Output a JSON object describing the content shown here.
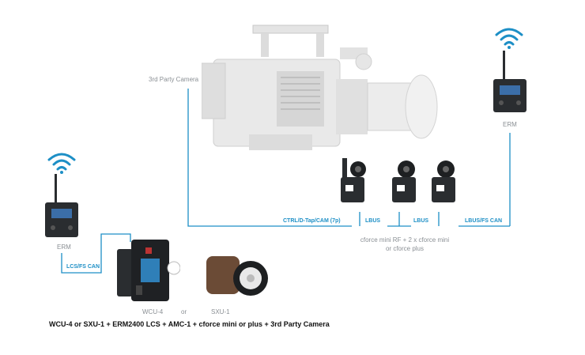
{
  "labels": {
    "camera": "3rd Party Camera",
    "erm_right": "ERM",
    "erm_left": "ERM",
    "motors": "cforce mini RF + 2 x cforce mini\nor cforce plus",
    "wcu": "WCU-4",
    "or": "or",
    "sxu": "SXU-1"
  },
  "cables": {
    "ctrl": "CTRL/D-Tap/CAM (7p)",
    "lbus1": "LBUS",
    "lbus2": "LBUS",
    "lbus_fs": "LBUS/FS CAN",
    "lcs": "LCS/FS CAN"
  },
  "caption": "WCU-4 or SXU-1 + ERM2400 LCS + AMC-1 + cforce mini or plus + 3rd Party Camera",
  "colors": {
    "wire": "#1d8fc6",
    "wifi": "#1d8fc6",
    "device": "#2a2d30"
  },
  "icons": [
    "wifi-icon",
    "wifi-icon"
  ]
}
